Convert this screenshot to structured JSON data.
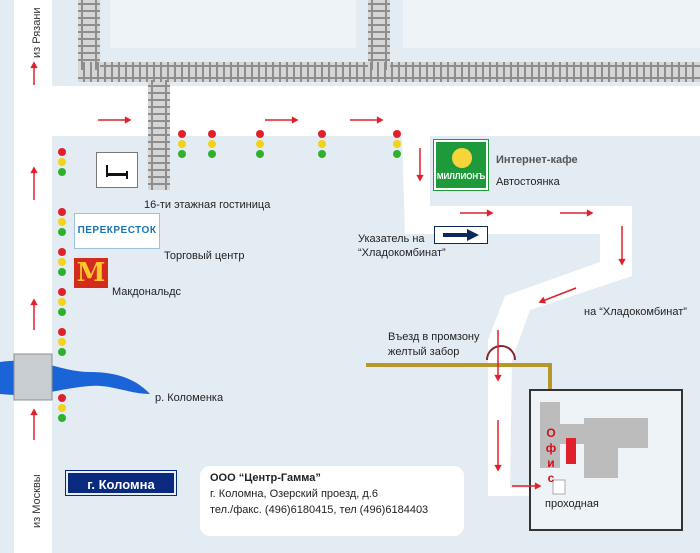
{
  "labels": {
    "hotel": "16-ти этажная гостиница",
    "mall": "Торговый центр",
    "mcdonalds": "Макдональдс",
    "river": "р. Коломенка",
    "internet_cafe": "Интернет-кафе",
    "parking": "Автостоянка",
    "sign_line1": "Указатель на",
    "sign_line2": "“Хладокомбинат”",
    "to_cold": "на “Хладокомбинат”",
    "entrance_line1": "Въезд в промзону",
    "entrance_line2": "желтый забор",
    "checkpoint": "проходная",
    "office": "Офис",
    "from_ryazan": "из Рязани",
    "from_moscow": "из Москвы"
  },
  "logos": {
    "perekrestok": "ПЕРЕКРЕСТОК",
    "mcdonalds": "M",
    "million": "МИЛЛИОНЪ"
  },
  "city_badge": "г. Коломна",
  "company": {
    "name": "ООО “Центр-Гамма”",
    "address": "г. Коломна, Озерский проезд, д.6",
    "phones": "тел./факс. (496)6180415, тел (496)6184403"
  },
  "colors": {
    "background": "#e4ecf3",
    "road": "#ffffff",
    "block": "#eef3f8",
    "railway": "#8e8e8e",
    "river": "#1a64d8",
    "route_arrow": "#e0202a",
    "fence": "#b8962a",
    "plant_border": "#333333",
    "building": "#bcbcbc",
    "office_highlight": "#e0202a"
  }
}
